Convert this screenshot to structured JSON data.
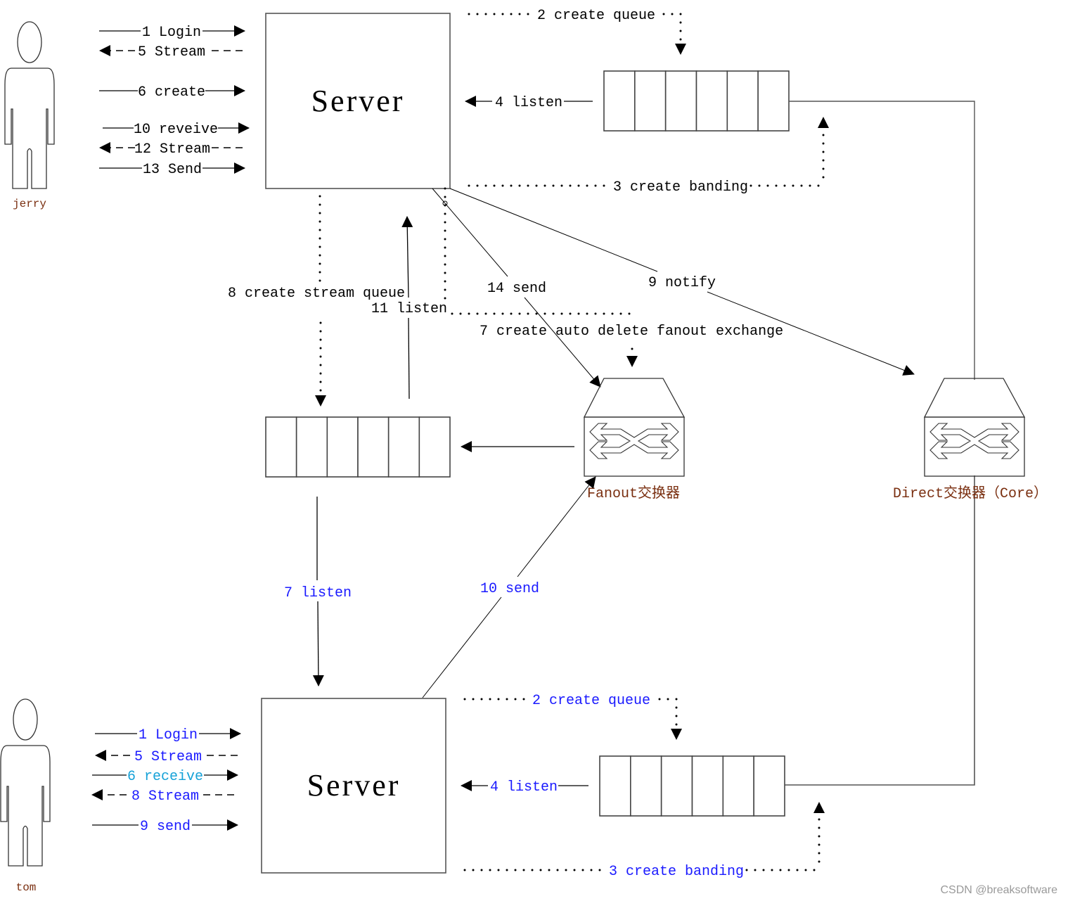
{
  "colors": {
    "black": "#000000",
    "blue": "#1a1aff",
    "cyan": "#17a2d8",
    "brown": "#7a2f10",
    "watermark": "#9a9a9a"
  },
  "actors": {
    "jerry": "jerry",
    "tom": "tom"
  },
  "servers": {
    "top": "Server",
    "bottom": "Server"
  },
  "exchanges": {
    "fanout": "Fanout交换器",
    "direct": "Direct交换器（Core）"
  },
  "jerry_arrows": [
    {
      "label": "1 Login",
      "direction": "right",
      "style": "solid"
    },
    {
      "label": "5 Stream",
      "direction": "left",
      "style": "dashed"
    },
    {
      "label": "6 create",
      "direction": "right",
      "style": "solid"
    },
    {
      "label": "10 reveive",
      "direction": "right",
      "style": "solid"
    },
    {
      "label": "12 Stream",
      "direction": "left",
      "style": "dashed"
    },
    {
      "label": "13 Send",
      "direction": "right",
      "style": "solid"
    }
  ],
  "tom_arrows": [
    {
      "label": "1 Login",
      "direction": "right",
      "style": "solid",
      "color": "blue"
    },
    {
      "label": "5 Stream",
      "direction": "left",
      "style": "dashed",
      "color": "blue"
    },
    {
      "label": "6 receive",
      "direction": "right",
      "style": "solid",
      "color": "cyan"
    },
    {
      "label": "8 Stream",
      "direction": "left",
      "style": "dashed",
      "color": "blue"
    },
    {
      "label": "9 send",
      "direction": "right",
      "style": "solid",
      "color": "blue"
    }
  ],
  "top_flow": {
    "create_queue": "2 create queue",
    "listen": "4 listen",
    "create_binding": "3 create banding"
  },
  "bottom_flow": {
    "create_queue": "2 create queue",
    "listen": "4 listen",
    "create_binding": "3 create banding"
  },
  "middle_flow": {
    "create_stream_queue": "8 create stream queue",
    "listen_11": "11 listen",
    "send_14": "14 send",
    "notify_9": "9 notify",
    "create_fanout": "7 create auto delete fanout exchange",
    "listen_7": "7 listen",
    "send_10": "10 send"
  },
  "queues": {
    "cell_count": 6
  },
  "watermark": "CSDN @breaksoftware"
}
